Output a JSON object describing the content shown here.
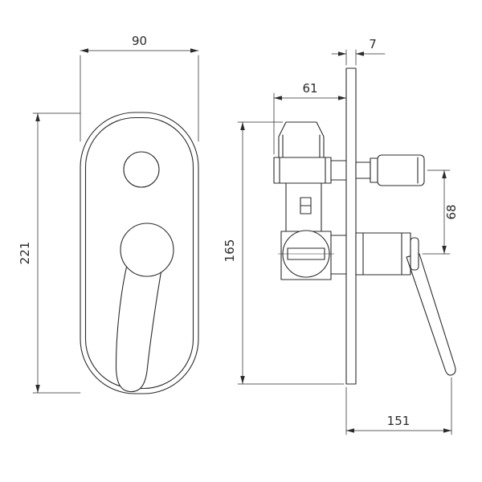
{
  "drawing": {
    "dimensions": {
      "front_width": "90",
      "front_height": "221",
      "plate_thickness": "7",
      "body_depth": "61",
      "body_height": "165",
      "outlet_to_handle": "68",
      "overall_depth": "151"
    },
    "colors": {
      "line": "#2b2b2b",
      "background": "#ffffff"
    }
  }
}
